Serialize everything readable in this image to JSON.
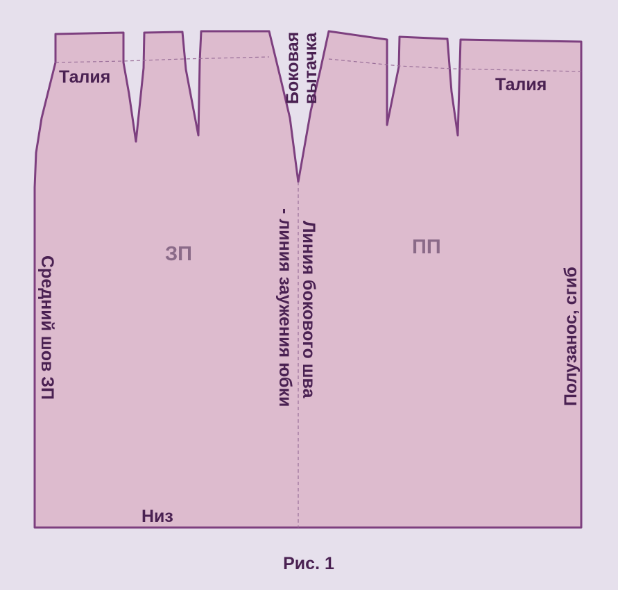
{
  "colors": {
    "background": "#e6e0ec",
    "pattern_fill": "#ddbbce",
    "outline": "#7d3f7f",
    "label_text": "#4a2152",
    "section_text": "#8a6a88",
    "guide_line": "#9a6f99"
  },
  "labels": {
    "waist_back": "Талия",
    "waist_front": "Талия",
    "side_dart_line1": "Боковая",
    "side_dart_line2": "вытачка",
    "back_panel": "ЗП",
    "front_panel": "ПП",
    "center_back_seam": "Средний шов ЗП",
    "narrowing_line": "- линия заужения юбки",
    "side_seam_line": "Линия бокового шва",
    "fold_line": "Полузанос, сгиб",
    "hem": "Низ"
  },
  "caption": "Рис. 1"
}
